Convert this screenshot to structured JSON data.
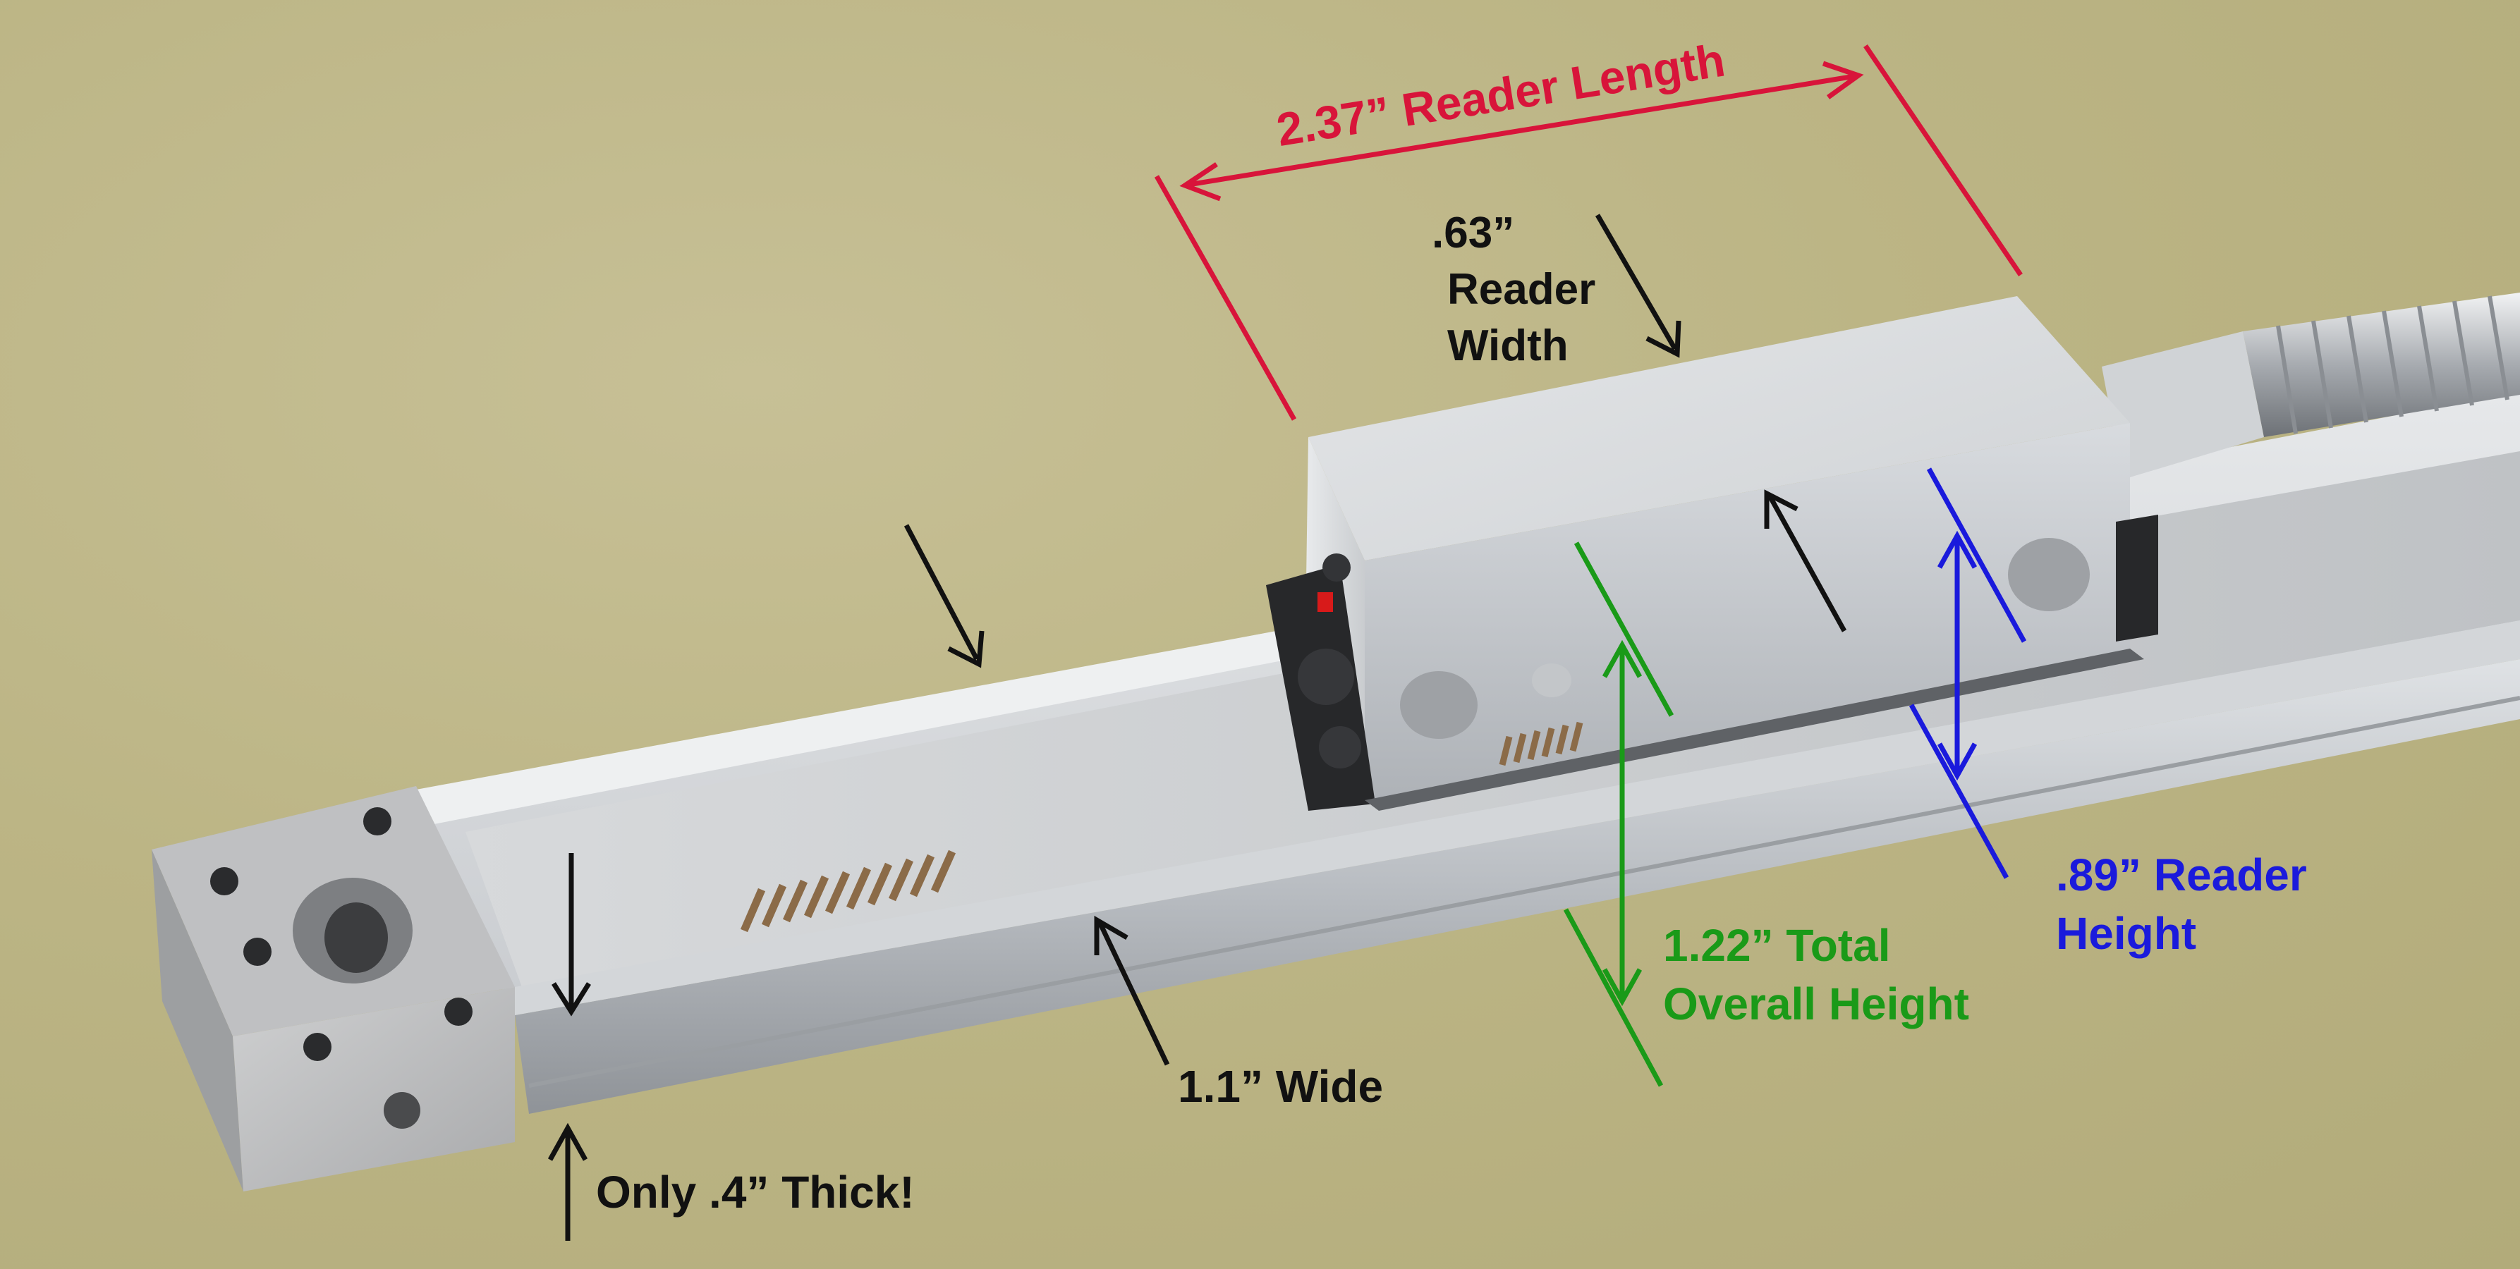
{
  "labels": {
    "reader_length": "2.37” Reader Length",
    "reader_width_value": ".63”",
    "reader_width_line1": "Reader",
    "reader_width_line2": "Width",
    "reader_height_line1": ".89” Reader",
    "reader_height_line2": "Height",
    "total_height_line1": "1.22” Total",
    "total_height_line2": "Overall Height",
    "wide": "1.1” Wide",
    "thick": "Only .4” Thick!"
  },
  "colors": {
    "background": "#bdb688",
    "length_annotation": "#d8143a",
    "total_height_annotation": "#1a9a18",
    "reader_height_annotation": "#1a1adc",
    "text_annotation": "#111111"
  }
}
